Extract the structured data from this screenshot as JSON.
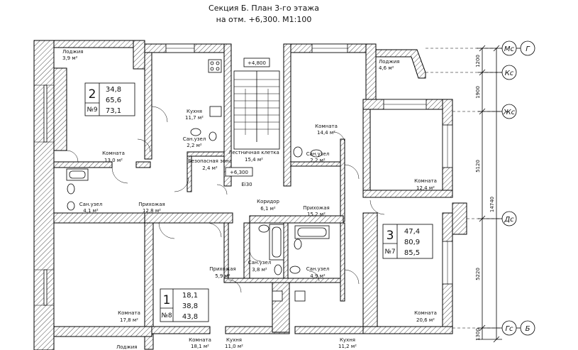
{
  "title": {
    "line1": "Секция Б. План 3-го этажа",
    "line2": "на отм. +6,300. М1:100"
  },
  "levels": {
    "top": "+4,800",
    "mid": "+6,300"
  },
  "rooms": {
    "loggia_nw": {
      "name": "Лоджия",
      "area": "3,9 м²"
    },
    "loggia_ne": {
      "name": "Лоджия",
      "area": "4,6 м²"
    },
    "kitchen_n": {
      "name": "Кухня",
      "area": "11,7 м²"
    },
    "bath_n": {
      "name": "Сан.узел",
      "area": "2,2 м²"
    },
    "stair": {
      "name": "Лестничная клетка",
      "area": "15,4 м²"
    },
    "safe_zone": {
      "name": "Безопасная зона",
      "area": "2,4 м²"
    },
    "room_ne_small": {
      "name": "Комната",
      "area": "14,4 м²"
    },
    "bath_ne": {
      "name": "Сан.узел",
      "area": "2,2 м²"
    },
    "room_w": {
      "name": "Комната",
      "area": "13,0 м²"
    },
    "bath_w": {
      "name": "Сан.узел",
      "area": "4,1 м²"
    },
    "hall_w": {
      "name": "Прихожая",
      "area": "12,8 м²"
    },
    "room_e": {
      "name": "Комната",
      "area": "12,4 м²"
    },
    "corridor": {
      "name": "Коридор",
      "area": "6,1 м²"
    },
    "hall_e": {
      "name": "Прихожая",
      "area": "15,2 м²"
    },
    "hall_s": {
      "name": "Прихожая",
      "area": "5,9 м²"
    },
    "bath_s1": {
      "name": "Сан.узел",
      "area": "3,8 м²"
    },
    "bath_s2": {
      "name": "Сан.узел",
      "area": "4,9 м²"
    },
    "room_sw": {
      "name": "Комната",
      "area": "17,8 м²"
    },
    "room_se": {
      "name": "Комната",
      "area": "20,6 м²"
    },
    "room_s": {
      "name": "Комната",
      "area": "18,1 м²"
    },
    "kitchen_s1": {
      "name": "Кухня",
      "area": "11,0 м²"
    },
    "kitchen_s2": {
      "name": "Кухня",
      "area": "11,2 м²"
    },
    "loggia_s": {
      "name": "Лоджия",
      "area": ""
    }
  },
  "ei_label": "Ei30",
  "apartments": [
    {
      "rooms": "2",
      "no": "№9",
      "values": [
        "34,8",
        "65,6",
        "73,1"
      ]
    },
    {
      "rooms": "3",
      "no": "№7",
      "values": [
        "47,4",
        "80,9",
        "85,5"
      ]
    },
    {
      "rooms": "1",
      "no": "№8",
      "values": [
        "18,1",
        "38,8",
        "43,8"
      ]
    }
  ],
  "axes": [
    {
      "labels": [
        "Мс",
        "Г"
      ]
    },
    {
      "labels": [
        "Кс"
      ]
    },
    {
      "labels": [
        "Жс"
      ]
    },
    {
      "labels": [
        "Дс"
      ]
    },
    {
      "labels": [
        "Гс",
        "Б"
      ]
    }
  ],
  "dimensions": {
    "segments": [
      "1200",
      "1900",
      "5120",
      "5220",
      "1300"
    ],
    "total": "14740"
  }
}
